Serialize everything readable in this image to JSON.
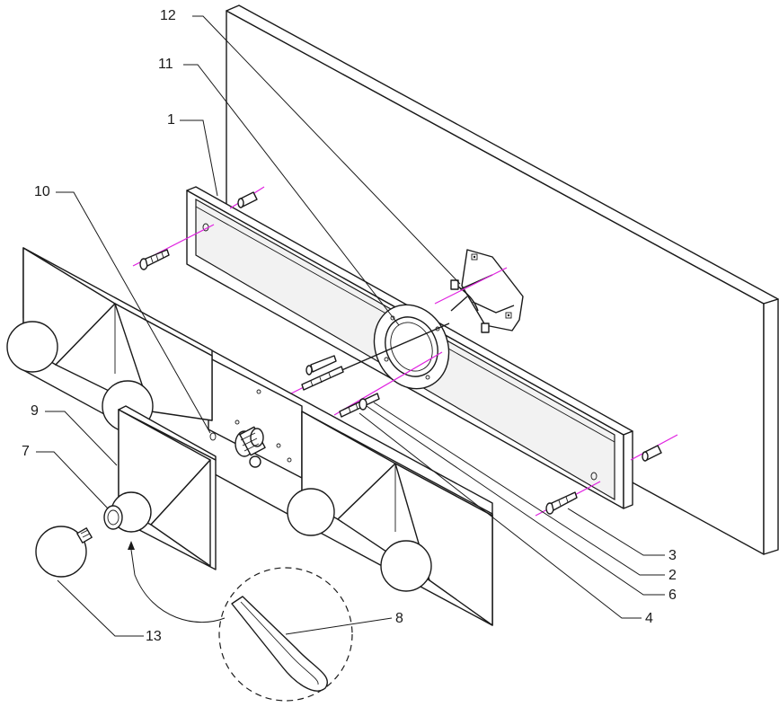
{
  "diagram": {
    "callouts": [
      {
        "id": "c1",
        "label": "1"
      },
      {
        "id": "c2",
        "label": "2"
      },
      {
        "id": "c3",
        "label": "3"
      },
      {
        "id": "c4",
        "label": "4"
      },
      {
        "id": "c6",
        "label": "6"
      },
      {
        "id": "c7",
        "label": "7"
      },
      {
        "id": "c8",
        "label": "8"
      },
      {
        "id": "c9",
        "label": "9"
      },
      {
        "id": "c10",
        "label": "10"
      },
      {
        "id": "c11",
        "label": "11"
      },
      {
        "id": "c12",
        "label": "12"
      },
      {
        "id": "c13",
        "label": "13"
      }
    ],
    "colors": {
      "linework": "#1a1a1a",
      "center_axis": "#e020e0",
      "background": "#ffffff"
    }
  }
}
